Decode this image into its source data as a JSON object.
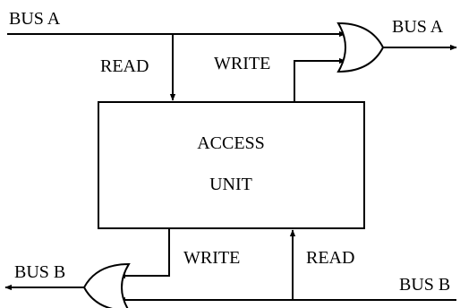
{
  "labels": {
    "bus_a_in": "BUS A",
    "bus_a_out": "BUS A",
    "read_top": "READ",
    "write_top": "WRITE",
    "access_unit_line1": "ACCESS",
    "access_unit_line2": "UNIT",
    "write_bottom": "WRITE",
    "read_bottom": "READ",
    "bus_b_out": "BUS B",
    "bus_b_in": "BUS B"
  }
}
